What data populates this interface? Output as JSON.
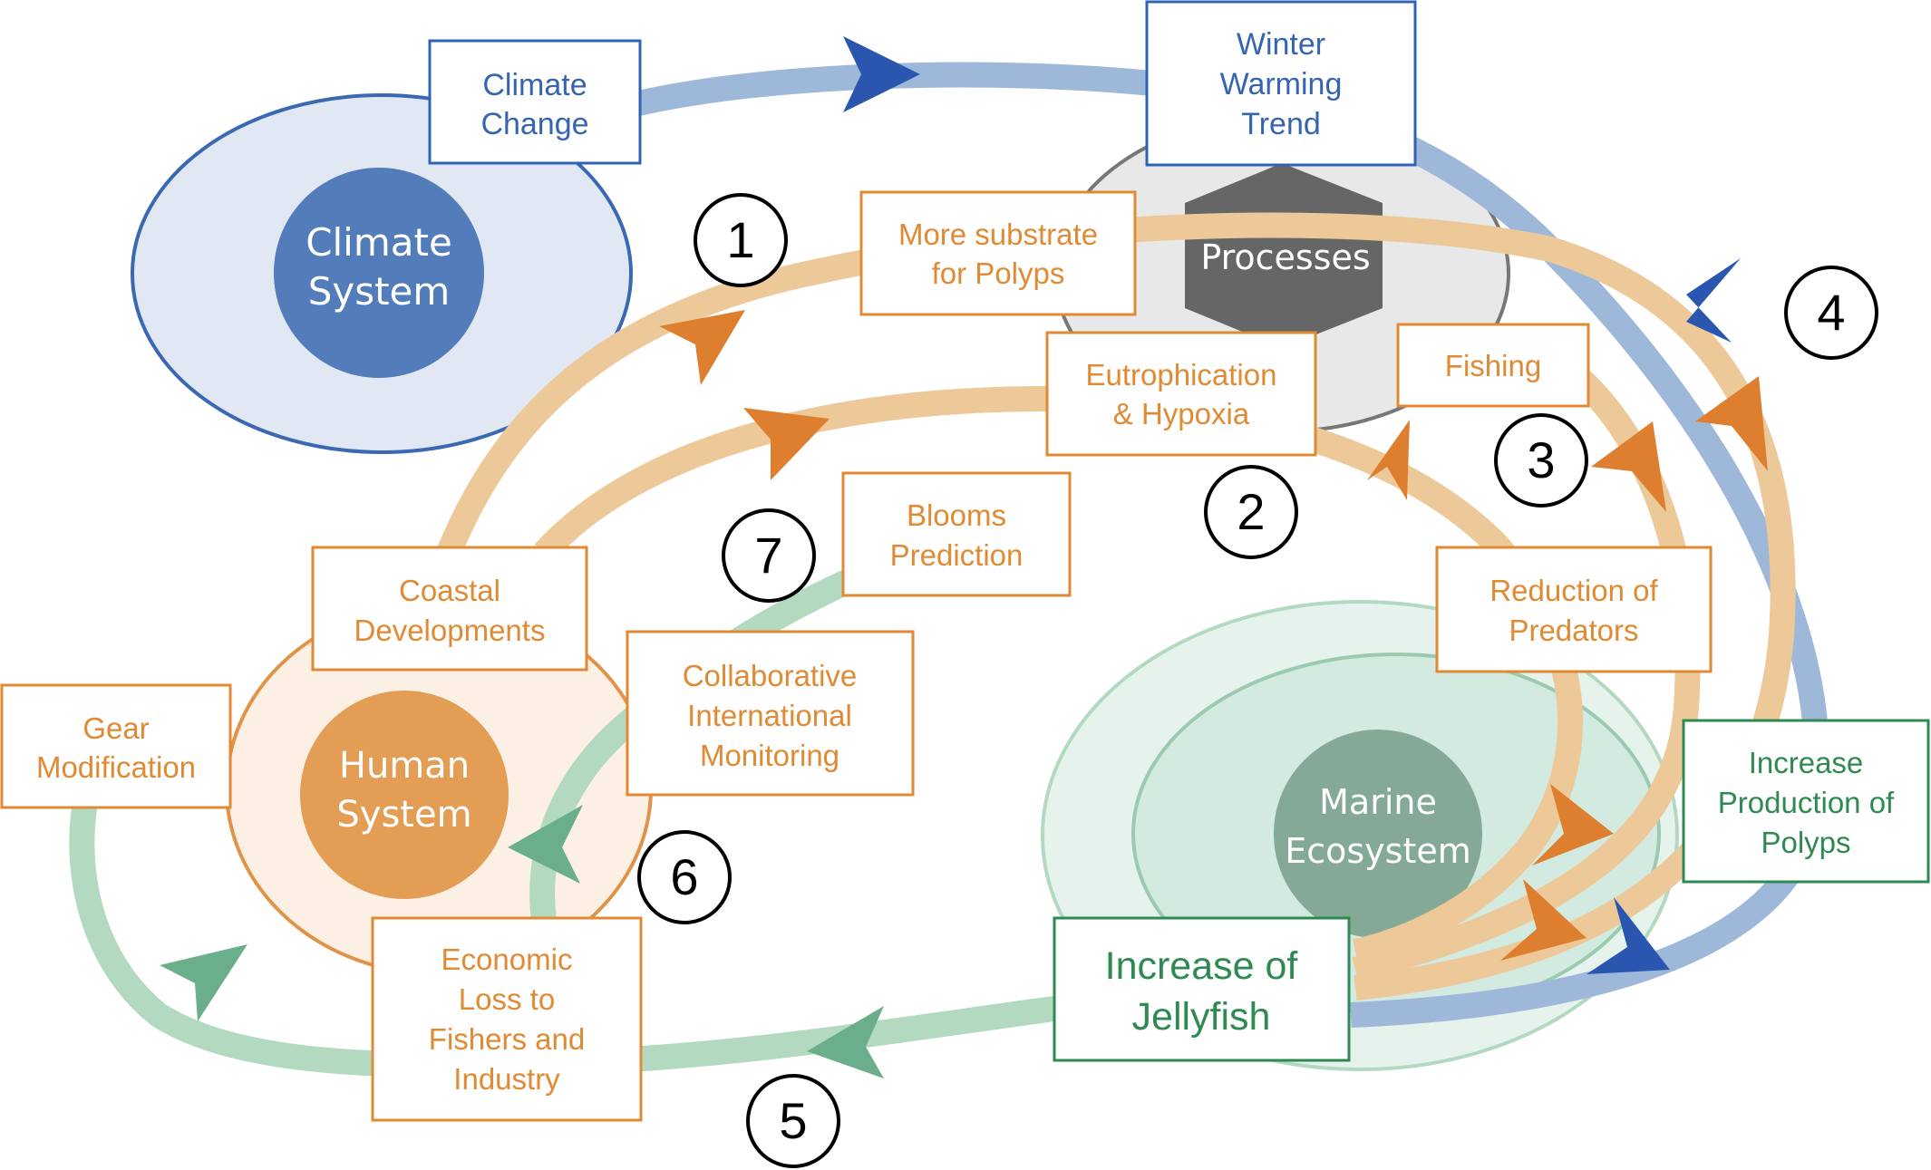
{
  "colors": {
    "climate_blue": "#2f64b5",
    "climate_box_text": "#3565b0",
    "climate_ellipse_fill": "#e2e8f3",
    "climate_circle": "#537cbb",
    "human_orange": "#e08a34",
    "human_ellipse_fill": "#fcefe4",
    "human_circle": "#e39d54",
    "process_path": "#edc99a",
    "process_arrow": "#dd7f2e",
    "marine_green": "#2f8a52",
    "marine_path": "#b3d9c1",
    "marine_arrow": "#6bae8b",
    "marine_outer_fill": "#e6f3ec",
    "marine_inner_fill": "#d2eadf",
    "marine_circle": "#84aa97",
    "processes_hex": "#666666",
    "processes_ellipse_fill": "#e8e8e8"
  },
  "systems": {
    "climate": [
      "Climate",
      "System"
    ],
    "human": [
      "Human",
      "System"
    ],
    "marine": [
      "Marine",
      "Ecosystem"
    ],
    "processes": "Processes"
  },
  "boxes": {
    "climate_change": [
      "Climate",
      "Change"
    ],
    "winter_warming": [
      "Winter",
      "Warming",
      "Trend"
    ],
    "more_substrate": [
      "More substrate",
      "for Polyps"
    ],
    "eutrophication": [
      "Eutrophication",
      "& Hypoxia"
    ],
    "fishing": [
      "Fishing"
    ],
    "reduction_predators": [
      "Reduction of",
      "Predators"
    ],
    "increase_polyps": [
      "Increase",
      "Production of",
      "Polyps"
    ],
    "increase_jellyfish": [
      "Increase of",
      "Jellyfish"
    ],
    "economic_loss": [
      "Economic",
      "Loss to",
      "Fishers and",
      "Industry"
    ],
    "gear_modification": [
      "Gear",
      "Modification"
    ],
    "coastal_developments": [
      "Coastal",
      "Developments"
    ],
    "collaborative_monitoring": [
      "Collaborative",
      "International",
      "Monitoring"
    ],
    "blooms_prediction": [
      "Blooms",
      "Prediction"
    ]
  },
  "numbers": [
    "1",
    "2",
    "3",
    "4",
    "5",
    "6",
    "7"
  ]
}
